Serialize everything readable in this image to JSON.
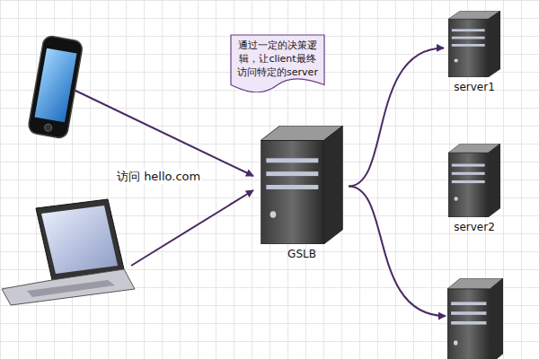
{
  "diagram": {
    "nodes": [
      {
        "text": [
          "通过一定的决策逻辑，让client最终访问特定的server"
        ]
      },
      {
        "text": [
          "GSLB"
        ]
      },
      {
        "text": [
          "server1"
        ]
      },
      {
        "text": [
          "server2"
        ]
      }
    ],
    "edges": [
      {
        "from": 1,
        "to": 2,
        "arrow": "to"
      }
    ],
    "labels": [
      "访问 hello.com"
    ]
  }
}
